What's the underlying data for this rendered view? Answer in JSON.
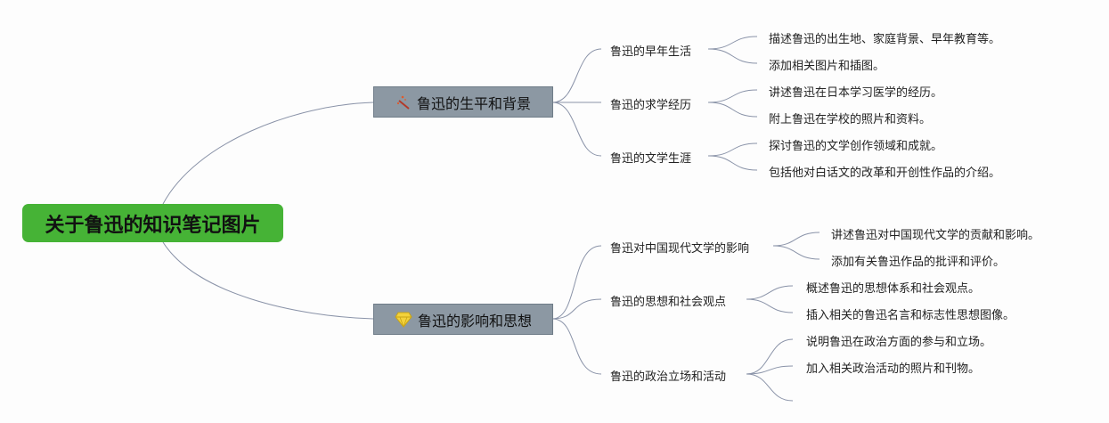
{
  "root": {
    "label": "关于鲁迅的知识笔记图片"
  },
  "branches": [
    {
      "label": "鲁迅的生平和背景",
      "icon": "magic-wand-icon",
      "children": [
        {
          "label": "鲁迅的早年生活",
          "leaves": [
            "描述鲁迅的出生地、家庭背景、早年教育等。",
            "添加相关图片和插图。"
          ]
        },
        {
          "label": "鲁迅的求学经历",
          "leaves": [
            "讲述鲁迅在日本学习医学的经历。",
            "附上鲁迅在学校的照片和资料。"
          ]
        },
        {
          "label": "鲁迅的文学生涯",
          "leaves": [
            "探讨鲁迅的文学创作领域和成就。",
            "包括他对白话文的改革和开创性作品的介绍。"
          ]
        }
      ]
    },
    {
      "label": "鲁迅的影响和思想",
      "icon": "gem-icon",
      "children": [
        {
          "label": "鲁迅对中国现代文学的影响",
          "leaves": [
            "讲述鲁迅对中国现代文学的贡献和影响。",
            "添加有关鲁迅作品的批评和评价。"
          ]
        },
        {
          "label": "鲁迅的思想和社会观点",
          "leaves": [
            "概述鲁迅的思想体系和社会观点。",
            "插入相关的鲁迅名言和标志性思想图像。"
          ]
        },
        {
          "label": "鲁迅的政治立场和活动",
          "leaves": [
            "说明鲁迅在政治方面的参与和立场。",
            "加入相关政治活动的照片和刊物。",
            ""
          ]
        }
      ]
    }
  ]
}
